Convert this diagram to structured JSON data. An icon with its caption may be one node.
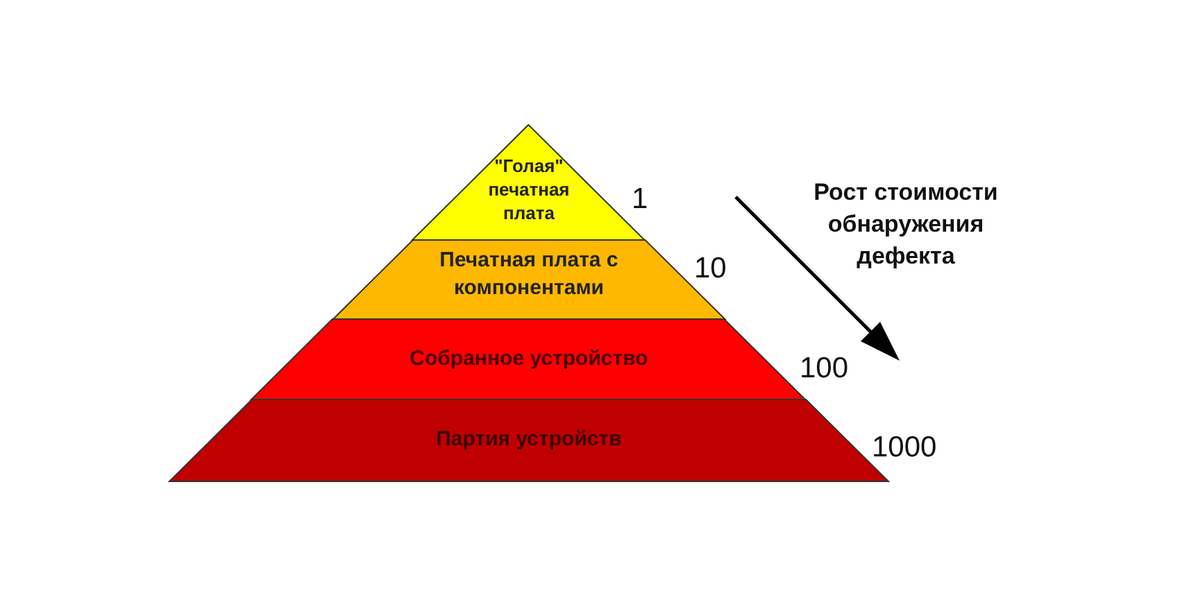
{
  "diagram": {
    "nodes": [
      {
        "text": [
          "\"Голая\" печатная плата"
        ],
        "beside": [
          "1"
        ]
      },
      {
        "text": [
          "Печатная плата с компонентами"
        ],
        "beside": [
          "10"
        ]
      },
      {
        "text": [
          "Собранное устройство"
        ],
        "beside": [
          "100"
        ]
      },
      {
        "text": [
          "Партия устройств"
        ],
        "beside": [
          "1000"
        ]
      }
    ],
    "labels": [
      "Рост стоимости обнаружения дефекта"
    ]
  }
}
